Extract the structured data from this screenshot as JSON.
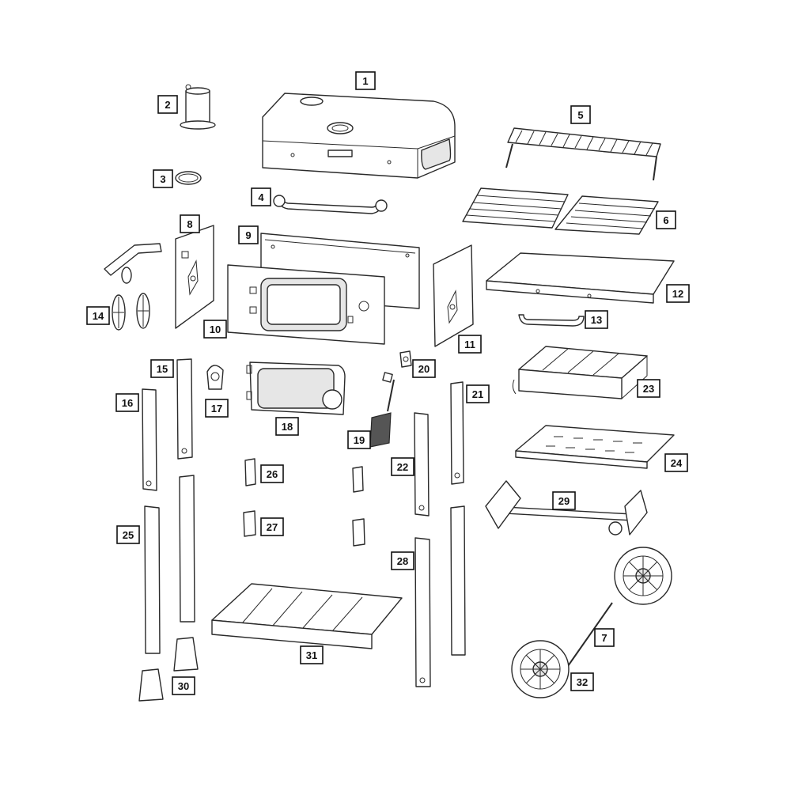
{
  "diagram": {
    "type": "exploded-parts-diagram",
    "colors": {
      "line": "#2a2a2a",
      "callout_border": "#111111",
      "background": "#ffffff"
    },
    "callouts": {
      "p1": "1",
      "p2": "2",
      "p3": "3",
      "p4": "4",
      "p5": "5",
      "p6": "6",
      "p7": "7",
      "p8": "8",
      "p9": "9",
      "p10": "10",
      "p11": "11",
      "p12": "12",
      "p13": "13",
      "p14": "14",
      "p15": "15",
      "p16": "16",
      "p17": "17",
      "p18": "18",
      "p19": "19",
      "p20": "20",
      "p21": "21",
      "p22": "22",
      "p23": "23",
      "p24": "24",
      "p25": "25",
      "p26": "26",
      "p27": "27",
      "p28": "28",
      "p29": "29",
      "p30": "30",
      "p31": "31",
      "p32": "32"
    }
  }
}
